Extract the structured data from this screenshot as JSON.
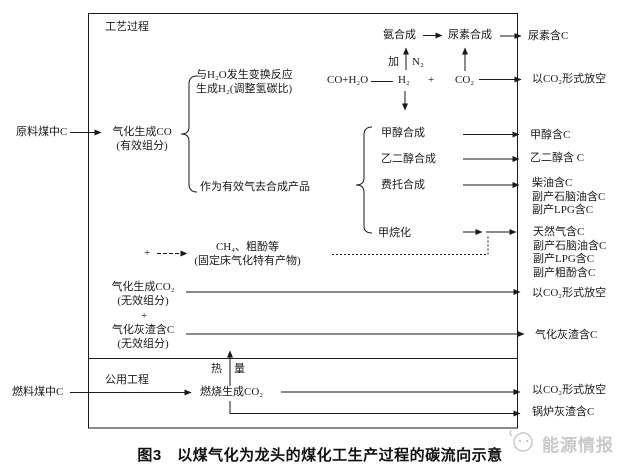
{
  "figure": {
    "caption": "图3　以煤气化为龙头的煤化工生产过程的碳流向示意",
    "watermark": "能源情报"
  },
  "boxes": {
    "process_label": "工艺过程",
    "utility_label": "公用工程"
  },
  "inputs": {
    "raw_coal": "原料煤中C",
    "fuel_coal": "燃料煤中C"
  },
  "process": {
    "gasification_co": [
      "气化生成CO",
      "(有效组分)"
    ],
    "shift_reaction": [
      "与H₂O发生变换反应",
      "生成H₂(调整氢碳比)"
    ],
    "effective_gas": "作为有效气去合成产品",
    "ammonia_synthesis": "氨合成",
    "urea_synthesis": "尿素合成",
    "add_label": "加",
    "n2": "N₂",
    "co_h2o": "CO+H₂O",
    "h2": "H₂",
    "plus_top": "+",
    "co2": "CO₂",
    "methanol_synthesis": "甲醇合成",
    "glycol_synthesis": "乙二醇合成",
    "ft_synthesis": "费托合成",
    "methanation": "甲烷化",
    "plus_ch4": "+",
    "ch4_phenol": [
      "CH₄、粗酚等",
      "(固定床气化特有产物)"
    ],
    "gasification_co2": [
      "气化生成CO₂",
      "(无效组分)"
    ],
    "plus_ash": "+",
    "gasification_ash": [
      "气化灰渣含C",
      "(无效组分)"
    ],
    "heat_left": "热",
    "heat_right": "量",
    "combustion_co2": "燃烧生成CO₂"
  },
  "outputs": {
    "urea": "尿素含C",
    "co2_vent_top": "以CO₂形式放空",
    "methanol": "甲醇含C",
    "glycol": "乙二醇含 C",
    "diesel_group": [
      "柴油含C",
      "副产石脑油含C",
      "副产LPG含C"
    ],
    "natgas_group": [
      "天然气含C",
      "副产石脑油含C",
      "副产LPG含C",
      "副产粗酚含C"
    ],
    "co2_vent_mid": "以CO₂形式放空",
    "gasification_ash_out": "气化灰渣含C",
    "co2_vent_bottom": "以CO₂形式放空",
    "boiler_ash": "锅炉灰渣含C"
  }
}
